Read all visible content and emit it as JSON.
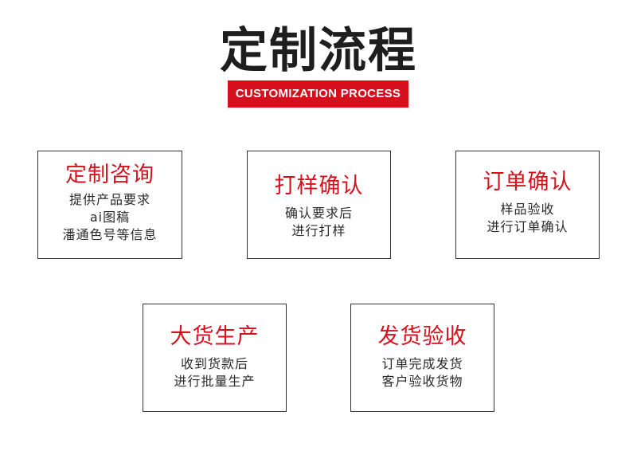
{
  "header": {
    "title": "定制流程",
    "subtitle": "CUSTOMIZATION PROCESS"
  },
  "colors": {
    "accent": "#d50f1c",
    "text_dark": "#1e1e1e",
    "border": "#333333"
  },
  "steps": [
    {
      "title": "定制咨询",
      "lines": [
        "提供产品要求",
        "ai图稿",
        "潘通色号等信息"
      ]
    },
    {
      "title": "打样确认",
      "lines": [
        "确认要求后",
        "进行打样"
      ]
    },
    {
      "title": "订单确认",
      "lines": [
        "样品验收",
        "进行订单确认"
      ]
    },
    {
      "title": "大货生产",
      "lines": [
        "收到货款后",
        "进行批量生产"
      ]
    },
    {
      "title": "发货验收",
      "lines": [
        "订单完成发货",
        "客户验收货物"
      ]
    }
  ]
}
